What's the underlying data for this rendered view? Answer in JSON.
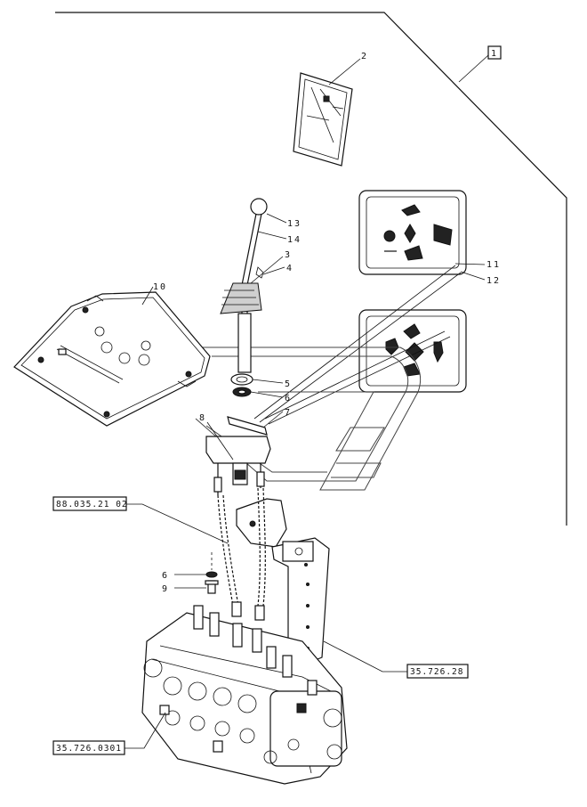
{
  "callouts": {
    "c1": "1",
    "c2": "2",
    "c3": "3",
    "c4": "4",
    "c5": "5",
    "c6": "6",
    "c7": "7",
    "c8": "8",
    "c10": "10",
    "c11": "11",
    "c12": "12",
    "c13": "13",
    "c14": "14",
    "c6b": "6",
    "c9": "9"
  },
  "references": {
    "ref_left_upper": "88.035.21 02",
    "ref_right": "35.726.28",
    "ref_left_lower": "35.726.0301"
  }
}
